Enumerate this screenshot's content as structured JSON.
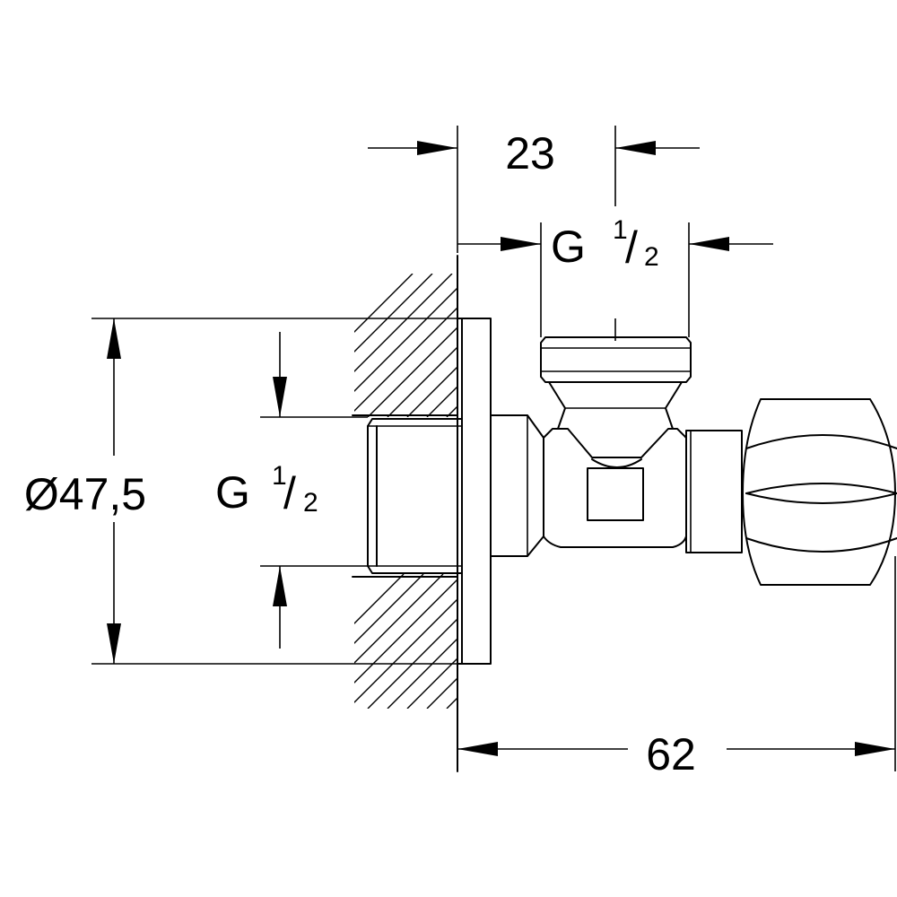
{
  "dimensions": {
    "top_offset": "23",
    "top_thread": {
      "letter": "G",
      "numerator": "1",
      "slash": "/",
      "denominator": "2"
    },
    "side_thread": {
      "letter": "G",
      "numerator": "1",
      "slash": "/",
      "denominator": "2"
    },
    "flange_diameter": "Ø47,5",
    "overall_length": "62"
  },
  "colors": {
    "line": "#000000",
    "background": "#ffffff"
  }
}
